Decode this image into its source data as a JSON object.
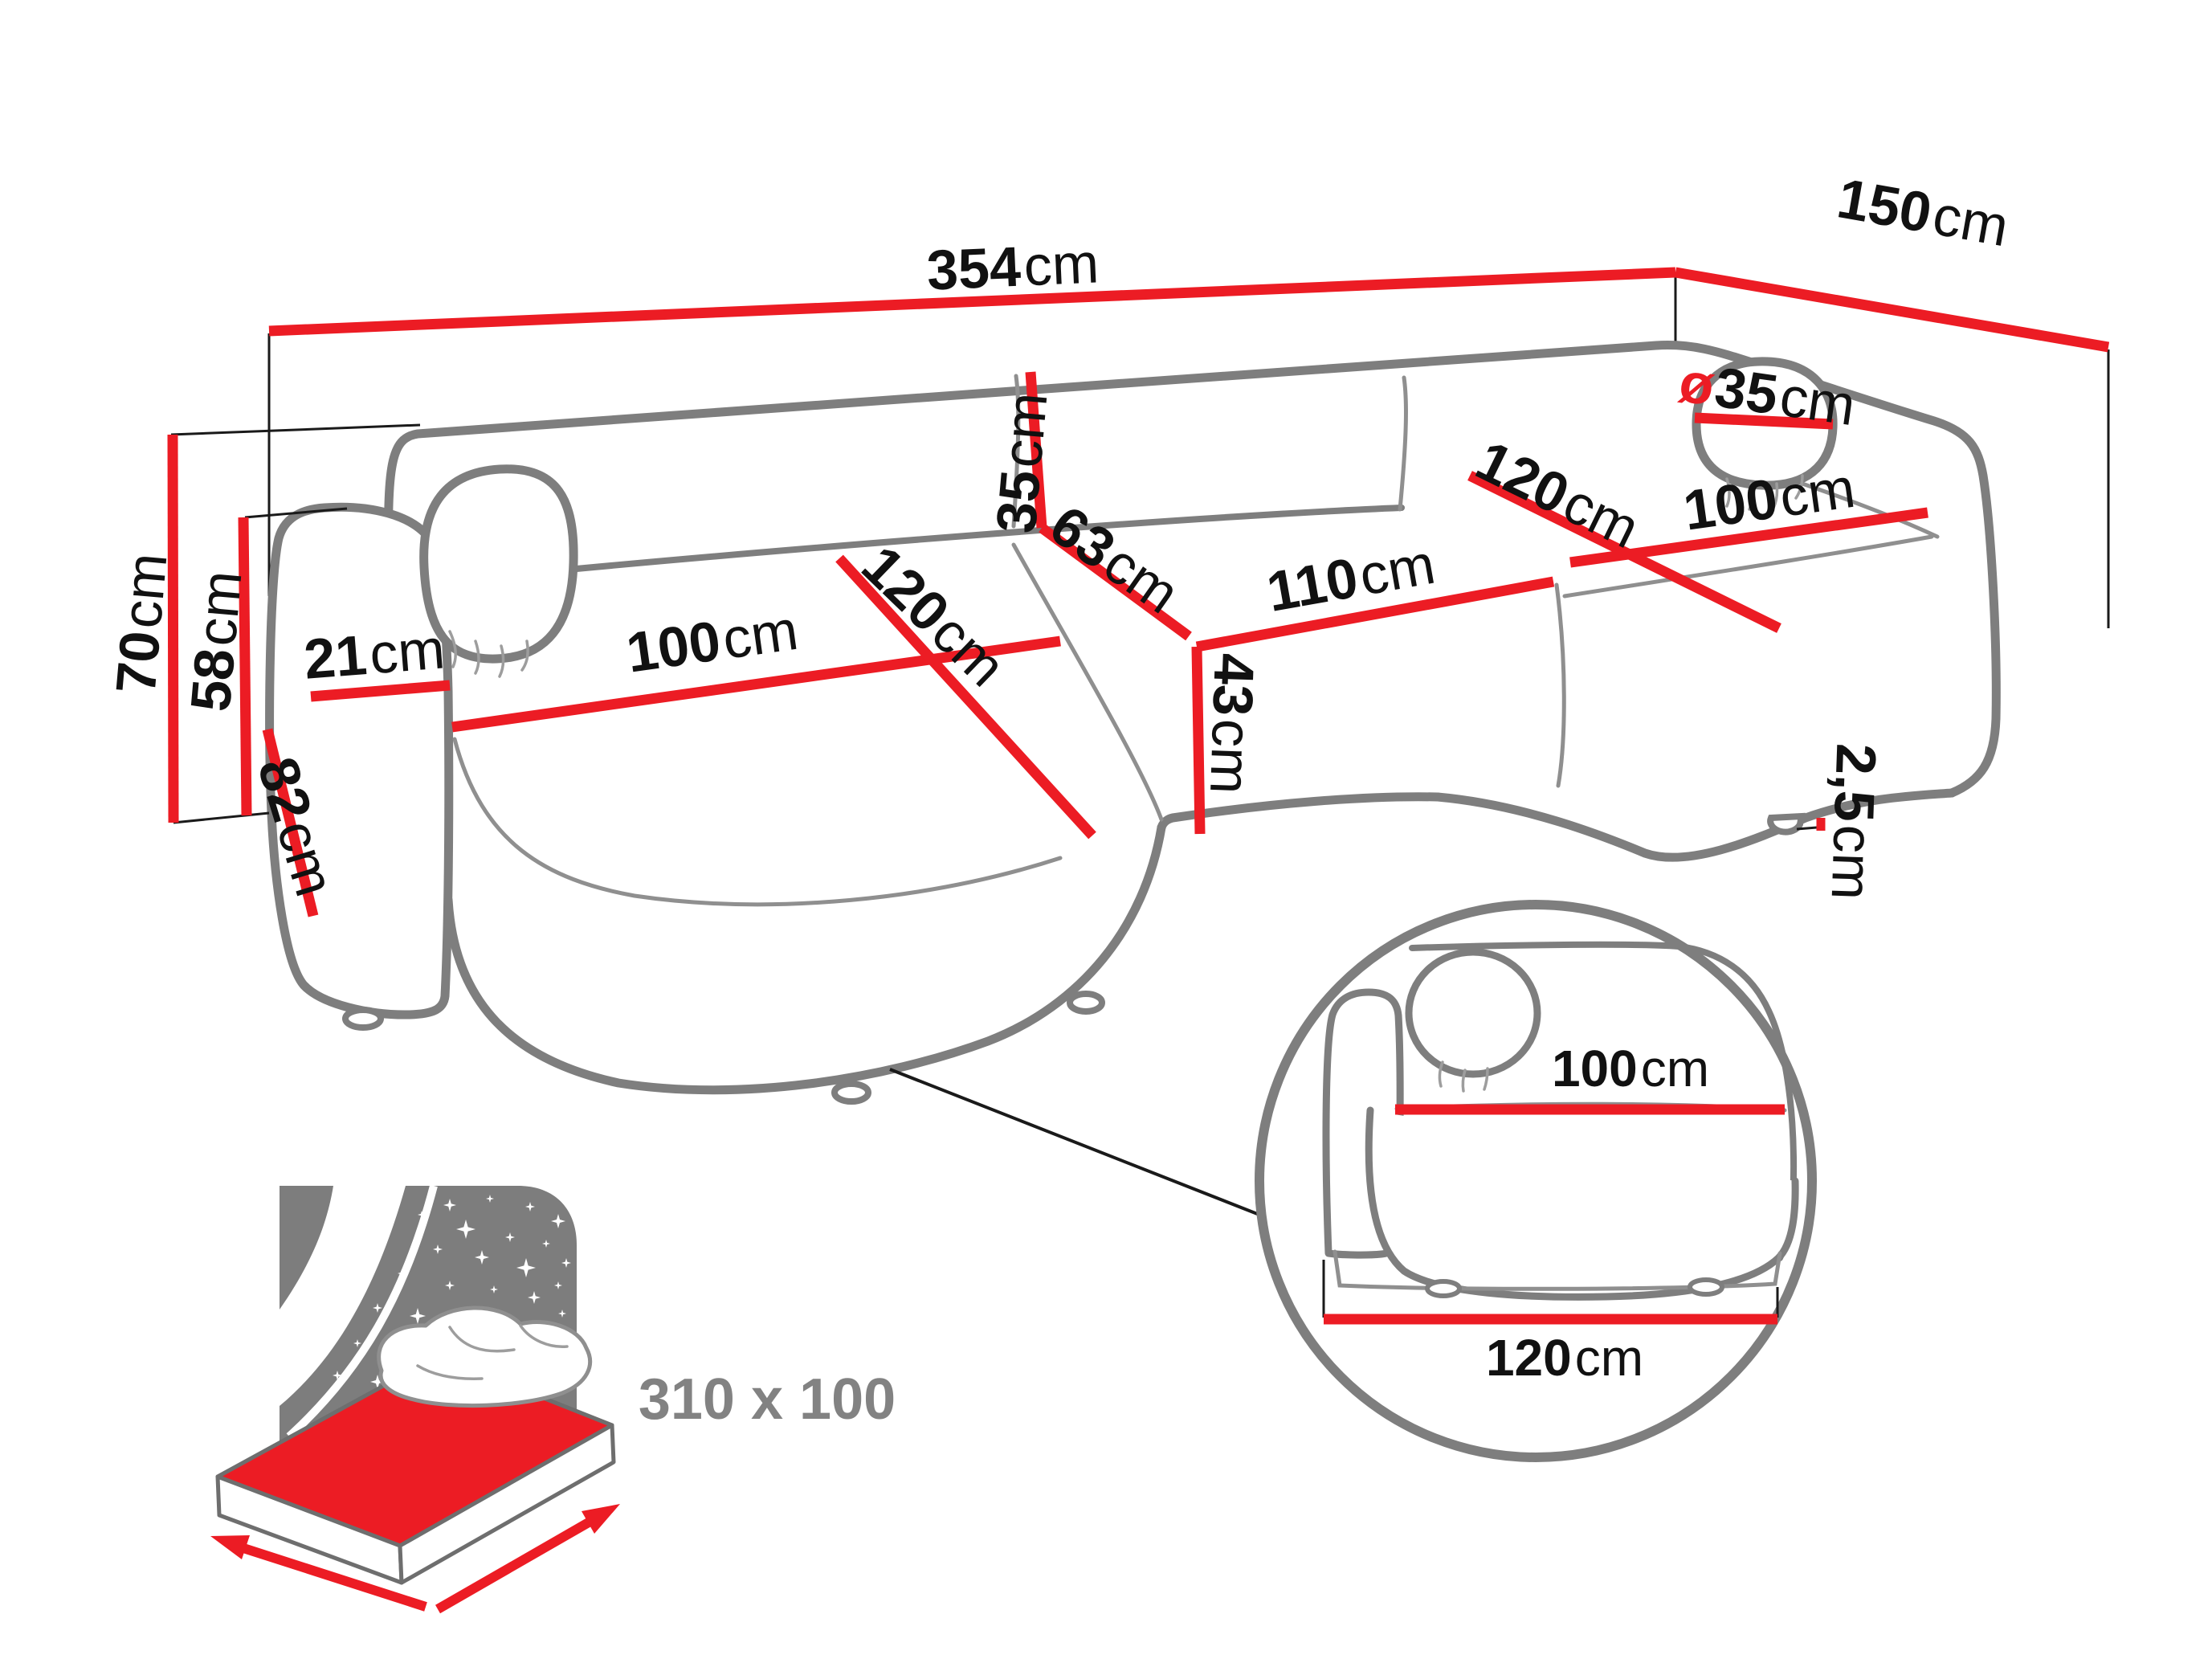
{
  "figure": {
    "type": "furniture dimension diagram",
    "subject": "corner sofa with chaise"
  },
  "colors": {
    "accent": "#ec1c24",
    "outline": "#7e7e7e",
    "label": "#111111",
    "icon_gray": "#7d7d7d"
  },
  "dims": {
    "d354": {
      "value": "354",
      "unit": "cm"
    },
    "d150": {
      "value": "150",
      "unit": "cm"
    },
    "d70": {
      "value": "70",
      "unit": "cm"
    },
    "d58": {
      "value": "58",
      "unit": "cm"
    },
    "d21": {
      "value": "21",
      "unit": "cm"
    },
    "d82": {
      "value": "82",
      "unit": "cm"
    },
    "d100_left": {
      "value": "100",
      "unit": "cm"
    },
    "d120_left": {
      "value": "120",
      "unit": "cm"
    },
    "d35": {
      "value": "35",
      "unit": "cm"
    },
    "d63": {
      "value": "63",
      "unit": "cm"
    },
    "d110": {
      "value": "110",
      "unit": "cm"
    },
    "d43": {
      "value": "43",
      "unit": "cm"
    },
    "d120_right": {
      "value": "120",
      "unit": "cm"
    },
    "d100_right": {
      "value": "100",
      "unit": "cm"
    },
    "d35_dia": {
      "prefix": "ø",
      "value": "35",
      "unit": "cm"
    },
    "d2_5": {
      "value": "2,5",
      "unit": "cm"
    }
  },
  "detail": {
    "d100": {
      "value": "100",
      "unit": "cm"
    },
    "d120": {
      "value": "120",
      "unit": "cm"
    }
  },
  "sleeping_area": {
    "label": "310 x 100"
  }
}
